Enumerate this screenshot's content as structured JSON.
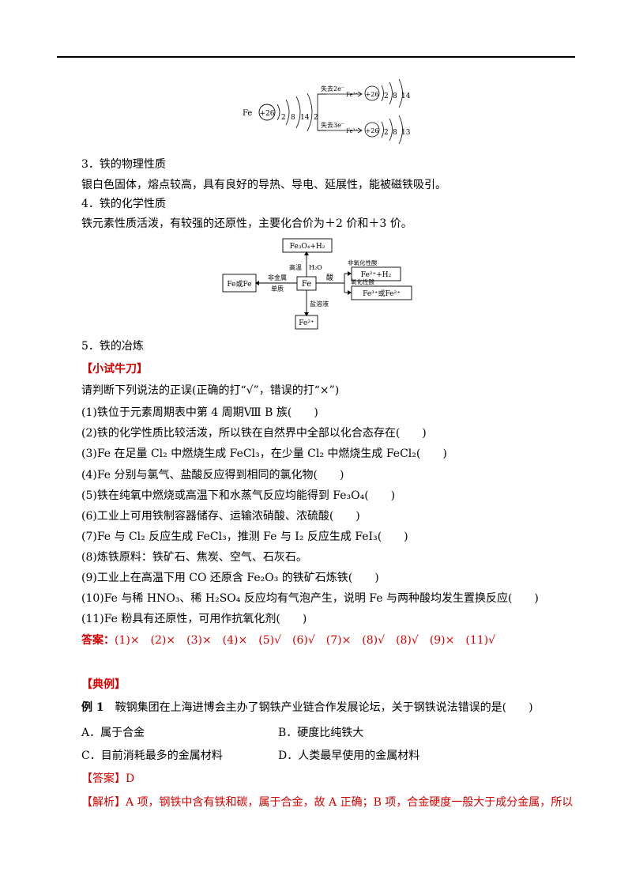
{
  "atom_diagram": {
    "element": "Fe",
    "nucleus": "+26",
    "shells": [
      "2",
      "8",
      "14",
      "2"
    ],
    "path_top_label": "失去2e⁻",
    "path_top_ion": "Fe²⁺",
    "path_top_shells": [
      "2",
      "8",
      "14"
    ],
    "path_bottom_label": "失去3e⁻",
    "path_bottom_ion": "Fe³⁺",
    "path_bottom_shells": [
      "2",
      "8",
      "13"
    ]
  },
  "section3": {
    "heading": "3．铁的物理性质",
    "text": "银白色固体，熔点较高，具有良好的导热、导电、延展性，能被磁铁吸引。"
  },
  "section4": {
    "heading": "4．铁的化学性质",
    "text": "铁元素性质活泼，有较强的还原性，主要化合价为＋2 价和＋3 价。"
  },
  "reaction_diagram": {
    "center": "Fe",
    "top_box": "Fe₃O₄+H₂",
    "top_label_left": "高温",
    "top_label_right": "H₂O",
    "left_box": "Fe或Fe",
    "left_label_top": "非金属",
    "left_label_bottom": "单质",
    "right_label": "酸",
    "right_top_label": "非氧化性酸",
    "right_top_box": "Fe²⁺+H₂",
    "right_bottom_label": "氧化性酸",
    "right_bottom_box": "Fe³⁺或Fe²⁺",
    "bottom_label": "盐溶液",
    "bottom_box": "Fe²⁺"
  },
  "section5": {
    "heading": "5．铁的冶炼"
  },
  "quiz": {
    "title": "【小试牛刀】",
    "instruction": "请判断下列说法的正误(正确的打“√”，错误的打“×”)",
    "items": [
      "(1)铁位于元素周期表中第 4 周期Ⅷ B 族(　　)",
      "(2)铁的化学性质比较活泼，所以铁在自然界中全部以化合态存在(　　)",
      "(3)Fe 在足量 Cl₂ 中燃烧生成 FeCl₃，在少量 Cl₂ 中燃烧生成 FeCl₂(　　)",
      "(4)Fe 分别与氯气、盐酸反应得到相同的氯化物(　　)",
      "(5)铁在纯氧中燃烧或高温下和水蒸气反应均能得到 Fe₃O₄(　　)",
      "(6)工业上可用铁制容器储存、运输浓硝酸、浓硫酸(　　)",
      "(7)Fe 与 Cl₂ 反应生成 FeCl₃，推测 Fe 与 I₂ 反应生成 FeI₃(　　)",
      "(8)炼铁原料：铁矿石、焦炭、空气、石灰石。",
      "(9)工业上在高温下用 CO 还原含 Fe₂O₃ 的铁矿石炼铁(　　)",
      "(10)Fe 与稀 HNO₃、稀 H₂SO₄ 反应均有气泡产生，说明 Fe 与两种酸均发生置换反应(　　)",
      "(11)Fe 粉具有还原性，可用作抗氧化剂(　　)"
    ],
    "answer_label": "答案：",
    "answer_text": "(1)×　(2)×　(3)×　(4)×　(5)√　(6)√　(7)×　(8)√　(8)√　(9)×　(11)√"
  },
  "example": {
    "title": "【典例】",
    "label": "例 1",
    "question": "鞍钢集团在上海进博会主办了钢铁产业链合作发展论坛，关于钢铁说法错误的是(　　)",
    "optA": "A．属于合金",
    "optB": "B．硬度比纯铁大",
    "optC": "C．目前消耗最多的金属材料",
    "optD": "D．人类最早使用的金属材料",
    "answer": "【答案】D",
    "analysis_label": "【解析】",
    "analysis": "A 项，钢铁中含有铁和碳，属于合金，故 A 正确；B 项，合金硬度一般大于成分金属，所以"
  }
}
